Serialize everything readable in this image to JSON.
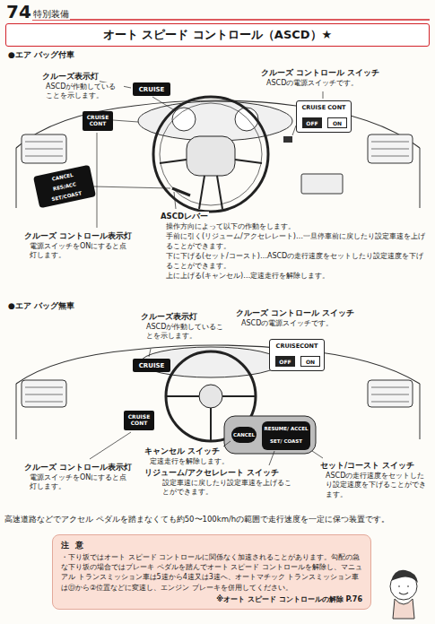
{
  "diagram": {
    "title": "オート スピード コントロール（ASCD）★",
    "nodes": [
      {
        "text": [
          "CRUISE"
        ]
      },
      {
        "text": [
          "CRUISE CONT"
        ]
      },
      {
        "text": [
          "OFF"
        ],
        "in": 1
      },
      {
        "text": [
          "ON"
        ],
        "in": 1
      },
      {
        "text": [
          "CRUISE CONT"
        ]
      },
      {
        "text": [
          "CANCEL",
          "RES/ACC",
          "SET/COAST"
        ]
      },
      {
        "text": [
          "CRUISE"
        ]
      },
      {
        "text": [
          "CRUISECONT"
        ]
      },
      {
        "text": [
          "OFF"
        ],
        "in": 7
      },
      {
        "text": [
          "ON"
        ],
        "in": 7
      },
      {
        "text": [
          "CRUISE CONT"
        ]
      },
      {
        "text": [
          "CANCEL"
        ]
      },
      {
        "text": [
          "RESUME/ ACCEL",
          "SET/ COAST"
        ]
      },
      {
        "text": [
          "注 意",
          "・下り坂ではオート スピード コントロールに関係なく加速されることがあります。勾配の急な下り坂の場合ではブレーキ ペダルを踏んでオート スピード コントロールを解除し、マニュアル トランスミッション車は5速から4速又は3速へ、オートマチック トランスミッション車はⒹから②位置などに変速し、エンジン ブレーキを併用してください。",
          "※オート スピード コントロールの解除 P.76"
        ]
      }
    ],
    "labels": [
      "74",
      "特別装備",
      "●エア バッグ付車",
      "クルーズ表示灯",
      "ASCDが作動していることを示します。",
      "クルーズ コントロール スイッチ",
      "ASCDの電源スイッチです。",
      "クルーズ コントロール表示灯",
      "電源スイッチをONにすると点灯します。",
      "ASCDレバー",
      "操作方向によって以下の作動をします。",
      "手前に引く(リジューム/アクセレレート)…一旦停車前に戻したり設定車速を上げることができます。",
      "下に下げる(セット/コースト)…ASCDの走行速度をセットしたり設定速度を下げることができます。",
      "上に上げる(キャンセル)…定速走行を解除します。",
      "●エア バッグ無車",
      "クルーズ表示灯",
      "ASCDが作動していることを示します。",
      "クルーズ コントロール スイッチ",
      "ASCDの電源スイッチです。",
      "キャンセル スイッチ",
      "定速走行を解除します。",
      "リジューム/アクセレレート スイッチ",
      "設定車速に戻したり設定車速を上げることができます。",
      "セット/コースト スイッチ",
      "ASCDの走行速度をセットしたり設定速度を下げることができます。",
      "クルーズ コントロール表示灯",
      "電源スイッチをONにすると点灯します。",
      "高速道路などでアクセル ペダルを踏まなくても約50〜100km/hの範囲で走行速度を一定に保つ装置です。"
    ]
  }
}
